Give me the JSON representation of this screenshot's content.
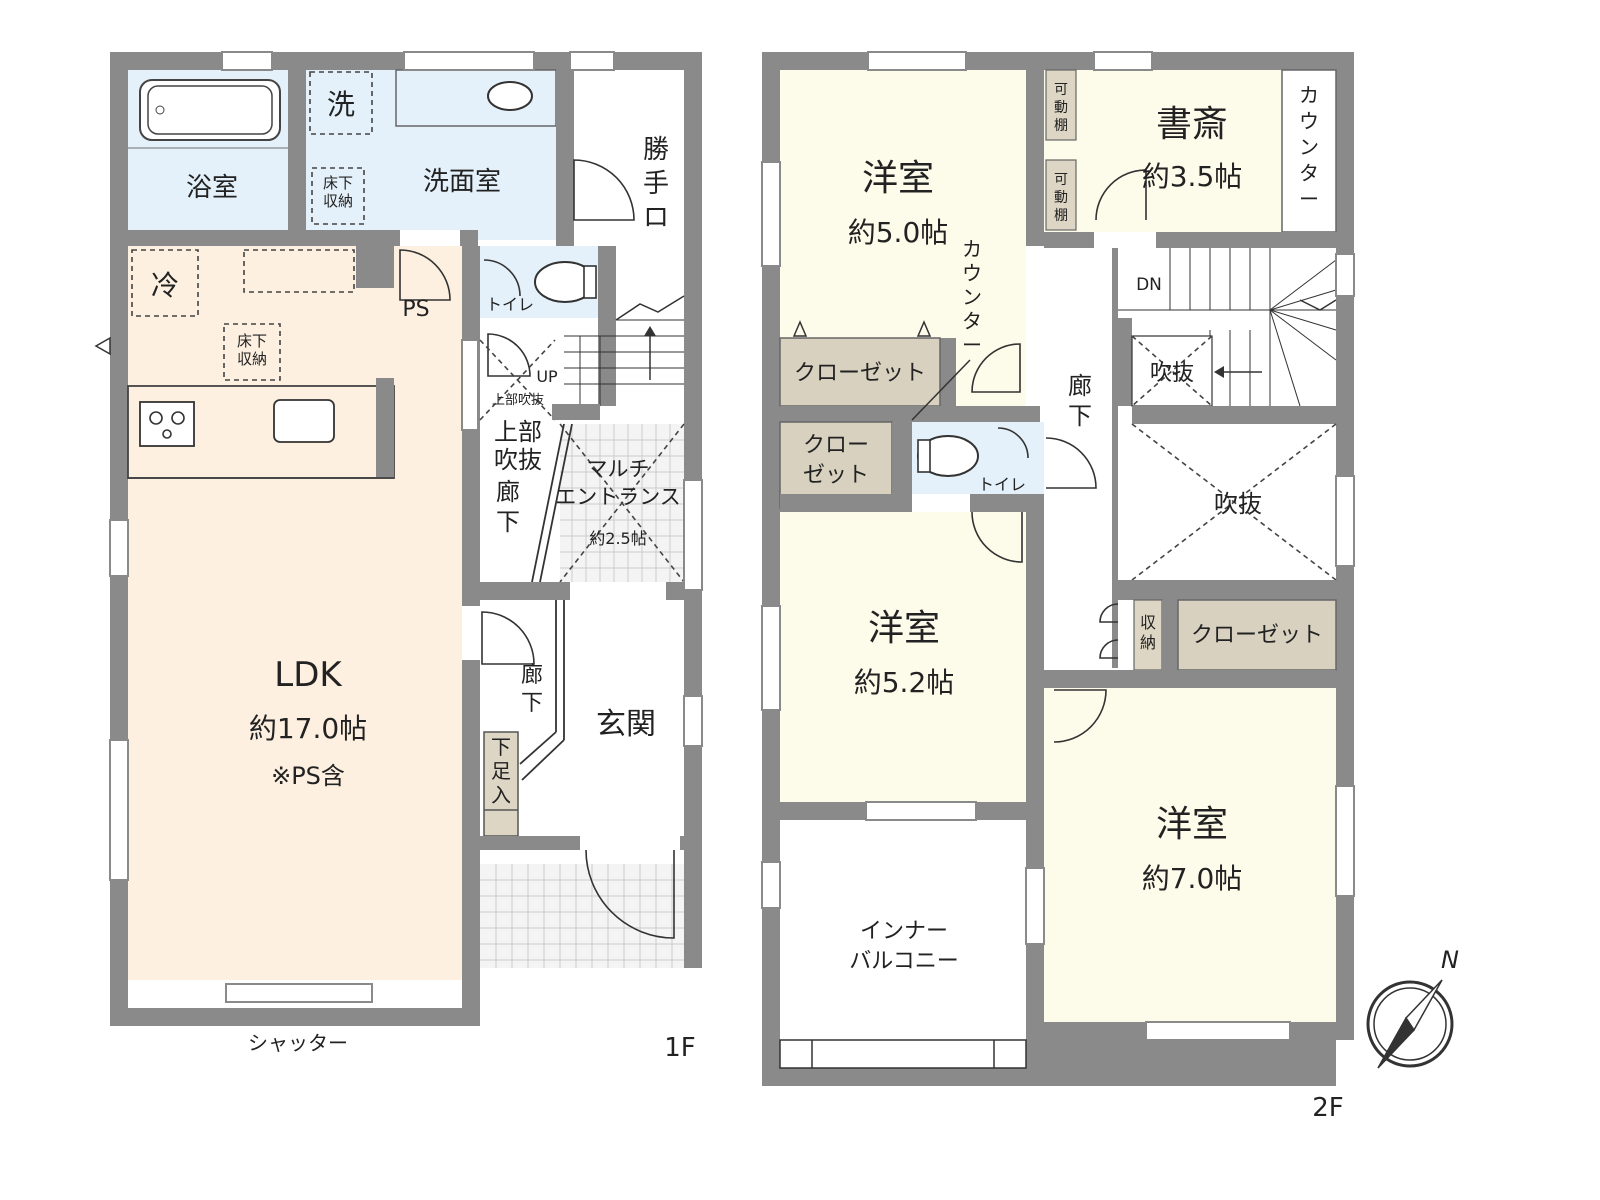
{
  "floor1": {
    "label": "1F",
    "rooms": {
      "bath": "浴室",
      "washroom": "洗面室",
      "washer": "洗",
      "underfloor_storage": "床下\n収納",
      "back_door": "勝\n手\nロ",
      "fridge": "冷",
      "ps": "PS",
      "kitchen_storage": "床下\n収納",
      "toilet": "トイレ",
      "up": "UP",
      "upper_void_small": "上部吹抜",
      "upper_void": "上部\n吹抜",
      "corridor_a": "廊\n下",
      "multi_entrance": "マルチ\nエントランス",
      "multi_entrance_size": "約2.5帖",
      "corridor_b": "廊\n下",
      "genkan": "玄関",
      "shoe_storage": "下\n足\n入",
      "ldk": "LDK",
      "ldk_size": "約17.0帖",
      "ldk_note": "※PS含",
      "shutter": "シャッター"
    }
  },
  "floor2": {
    "label": "2F",
    "rooms": {
      "western1": "洋室",
      "western1_size": "約5.0帖",
      "counter1": "カ\nウ\nン\nタ\nー",
      "movable_shelf1": "可\n動\n棚",
      "movable_shelf2": "可\n動\n棚",
      "study": "書斎",
      "study_size": "約3.5帖",
      "counter2": "カ\nウ\nン\nタ\nー",
      "dn": "DN",
      "corridor": "廊\n下",
      "void_small": "吹抜",
      "void_large": "吹抜",
      "closet1": "クローゼット",
      "closet2": "クロー\nゼット",
      "toilet": "トイレ",
      "western2": "洋室",
      "western2_size": "約5.2帖",
      "storage": "収\n納",
      "closet3": "クローゼット",
      "western3": "洋室",
      "western3_size": "約7.0帖",
      "inner_balcony": "インナー\nバルコニー"
    }
  },
  "compass": "N",
  "colors": {
    "ldk": "#fdf0e0",
    "wet": "#e4f1fa",
    "western": "#fdfbea",
    "closet": "#d8d1c0",
    "storage_box": "#ddd6c4",
    "wall": "#8a8a8a"
  }
}
